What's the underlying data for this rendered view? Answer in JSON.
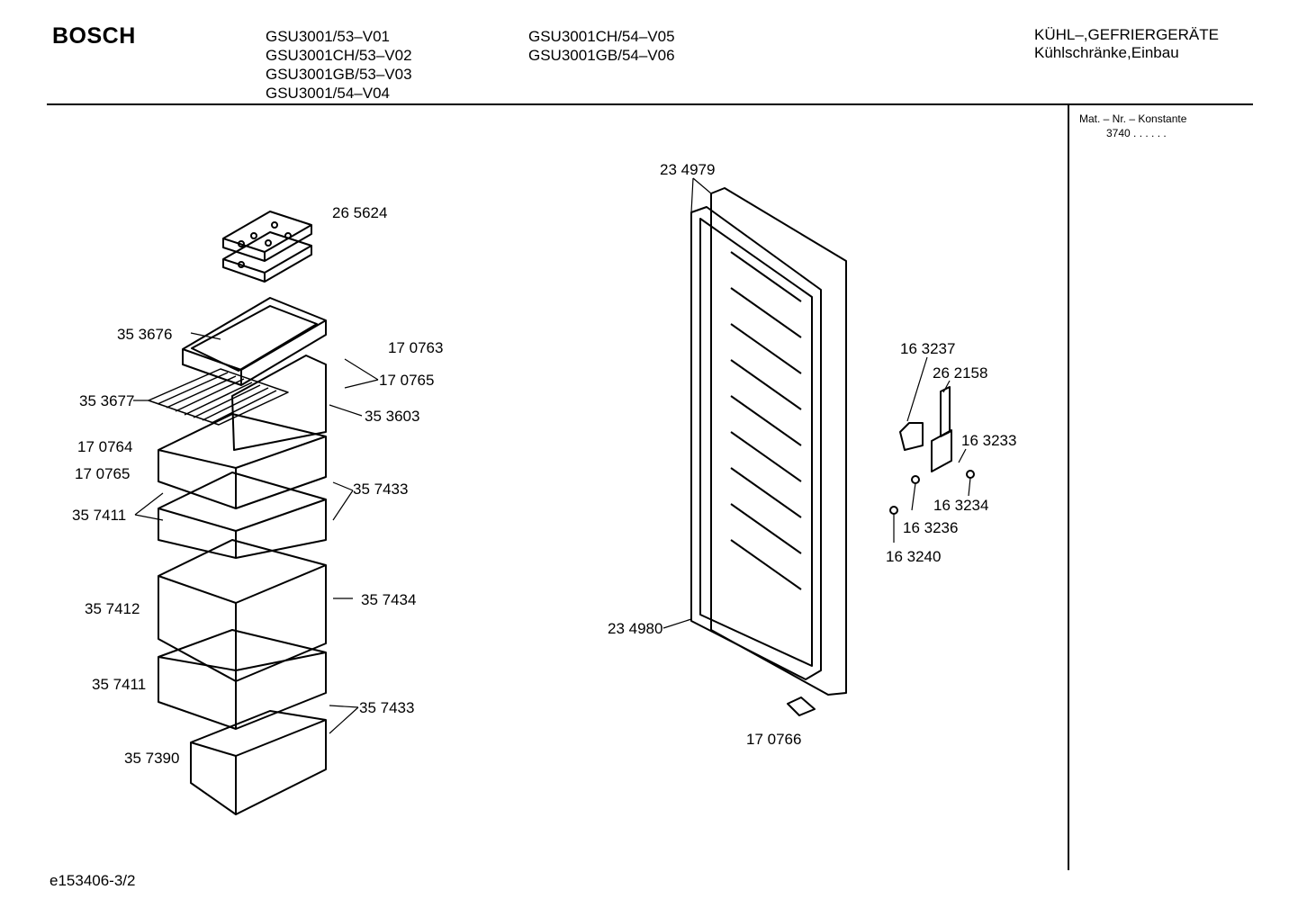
{
  "header": {
    "brand": "BOSCH",
    "models_col1": [
      "GSU3001/53–V01",
      "GSU3001CH/53–V02",
      "GSU3001GB/53–V03",
      "GSU3001/54–V04"
    ],
    "models_col2": [
      "GSU3001CH/54–V05",
      "GSU3001GB/54–V06"
    ],
    "category_line1": "KÜHL–,GEFRIERGERÄTE",
    "category_line2": "Kühlschränke,Einbau"
  },
  "side_panel": {
    "mat_label": "Mat. – Nr. – Konstante",
    "mat_value": "3740  .  .  .  .  .  ."
  },
  "parts": [
    "26 5624",
    "35 3676",
    "17 0763",
    "17 0765",
    "35 3677",
    "35 3603",
    "17 0764",
    "17 0765",
    "35 7433",
    "35 7411",
    "35 7434",
    "35 7412",
    "35 7411",
    "35 7433",
    "35 7390",
    "23 4979",
    "23 4980",
    "17 0766",
    "16 3237",
    "26 2158",
    "16 3233",
    "16 3234",
    "16 3236",
    "16 3240"
  ],
  "footer": {
    "drawing_id": "e153406-3/2"
  }
}
